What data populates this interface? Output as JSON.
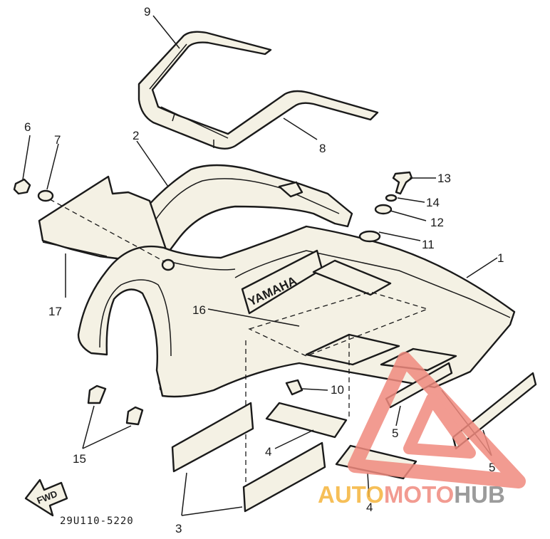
{
  "diagram": {
    "drawing_code": "29U110-5220",
    "fwd_label": "FWD",
    "logo_text": "YAMAHA",
    "callouts": {
      "c1": "1",
      "c2": "2",
      "c3": "3",
      "c4a": "4",
      "c4b": "4",
      "c5a": "5",
      "c5b": "5",
      "c6": "6",
      "c7": "7",
      "c8": "8",
      "c9": "9",
      "c10": "10",
      "c11": "11",
      "c12": "12",
      "c13": "13",
      "c14": "14",
      "c15": "15",
      "c16": "16",
      "c17": "17"
    }
  },
  "watermark": {
    "part1": "AUTO",
    "part2": "MOTO",
    "part3": "HUB",
    "color_primary": "#f08a7e",
    "color_accent": "#f5b43c",
    "color_secondary": "#8a8a8a"
  }
}
